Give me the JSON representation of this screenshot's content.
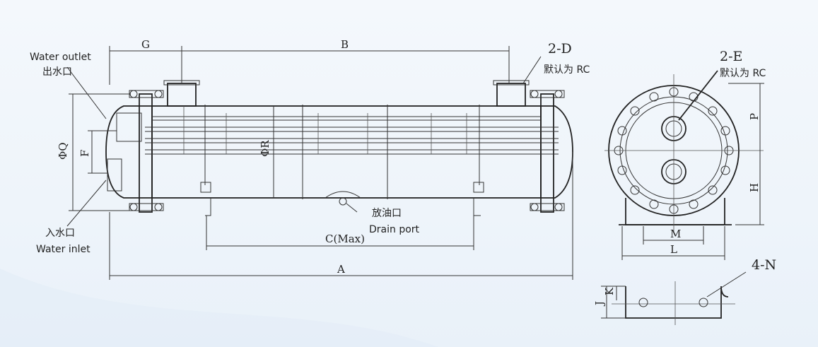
{
  "labels": {
    "water_outlet_en": "Water outlet",
    "water_outlet_cn": "出水口",
    "water_inlet_cn": "入水口",
    "water_inlet_en": "Water inlet",
    "drain_cn": "放油口",
    "drain_en": "Drain port",
    "default_rc_1": "默认为 RC",
    "default_rc_2": "默认为 RC"
  },
  "dimensions": {
    "G": "G",
    "B": "B",
    "A": "A",
    "C": "C(Max)",
    "Q": "ΦQ",
    "F": "F",
    "R": "ΦR",
    "D": "2-D",
    "E": "2-E",
    "P": "P",
    "H": "H",
    "M": "M",
    "L": "L",
    "N": "4-N",
    "J": "J",
    "K": "K"
  },
  "colors": {
    "background": "#eef4fa",
    "line": "#222222"
  }
}
